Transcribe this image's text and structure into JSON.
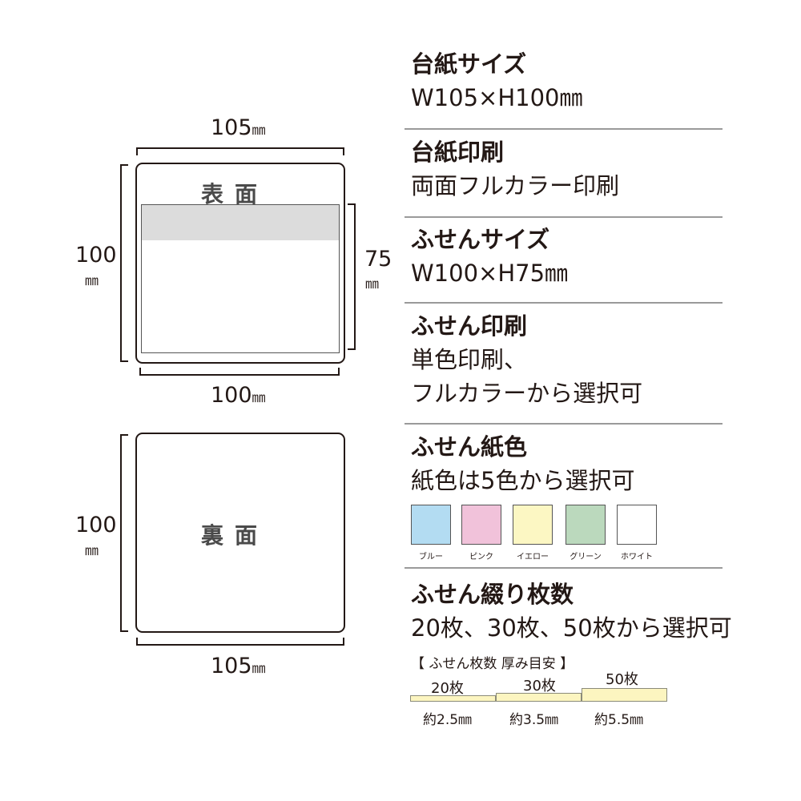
{
  "front": {
    "width_value": "105",
    "width_unit": "㎜",
    "height_value": "100",
    "height_unit": "㎜",
    "note_height_value": "75",
    "note_height_unit": "㎜",
    "note_width_value": "100",
    "note_width_unit": "㎜",
    "label": "表面"
  },
  "back": {
    "height_value": "100",
    "height_unit": "㎜",
    "width_value": "105",
    "width_unit": "㎜",
    "label": "裏面"
  },
  "specs": {
    "board_size": {
      "title": "台紙サイズ",
      "value": "W105×H100㎜"
    },
    "board_print": {
      "title": "台紙印刷",
      "value": "両面フルカラー印刷"
    },
    "note_size": {
      "title": "ふせんサイズ",
      "value": "W100×H75㎜"
    },
    "note_print": {
      "title": "ふせん印刷",
      "line1": "単色印刷、",
      "line2": "フルカラーから選択可"
    },
    "note_color": {
      "title": "ふせん紙色",
      "value": "紙色は5色から選択可",
      "swatches": [
        {
          "name": "ブルー",
          "color": "#b3dcf2"
        },
        {
          "name": "ピンク",
          "color": "#f1c2da"
        },
        {
          "name": "イエロー",
          "color": "#fcf7c3"
        },
        {
          "name": "グリーン",
          "color": "#bbd9bd"
        },
        {
          "name": "ホワイト",
          "color": "#ffffff"
        }
      ]
    },
    "note_count": {
      "title": "ふせん綴り枚数",
      "value": "20枚、30枚、50枚から選択可",
      "guide_title": "【 ふせん枚数 厚み目安 】",
      "stacks": [
        {
          "count": "20枚",
          "thickness": "約2.5㎜",
          "mm": 2.5
        },
        {
          "count": "30枚",
          "thickness": "約3.5㎜",
          "mm": 3.5
        },
        {
          "count": "50枚",
          "thickness": "約5.5㎜",
          "mm": 5.5
        }
      ]
    }
  }
}
